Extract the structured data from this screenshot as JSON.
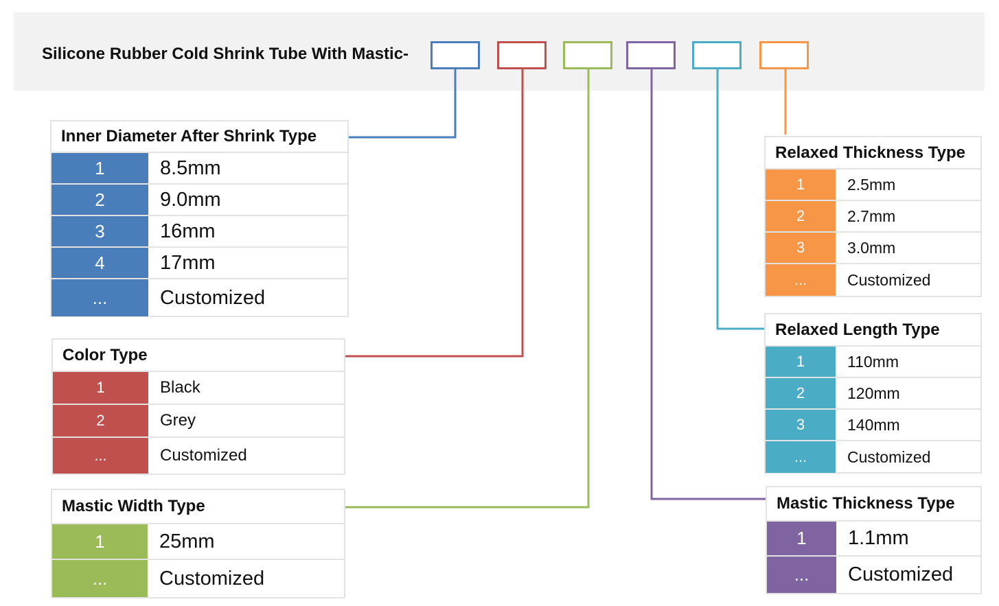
{
  "product_title": "Silicone Rubber Cold Shrink Tube With Mastic-",
  "code_slots": [
    {
      "color": "#4a7ebb"
    },
    {
      "color": "#c0504d"
    },
    {
      "color": "#9bbb59"
    },
    {
      "color": "#8064a2"
    },
    {
      "color": "#4bacc6"
    },
    {
      "color": "#f79646"
    }
  ],
  "panels": {
    "inner_diameter": {
      "title": "Inner Diameter After Shrink Type",
      "color": "#4a7ebb",
      "rows": [
        {
          "code": "1",
          "value": "8.5mm"
        },
        {
          "code": "2",
          "value": "9.0mm"
        },
        {
          "code": "3",
          "value": "16mm"
        },
        {
          "code": "4",
          "value": "17mm"
        },
        {
          "code": "...",
          "value": "Customized"
        }
      ]
    },
    "color_type": {
      "title": "Color Type",
      "color": "#c0504d",
      "rows": [
        {
          "code": "1",
          "value": "Black"
        },
        {
          "code": "2",
          "value": "Grey"
        },
        {
          "code": "...",
          "value": "Customized"
        }
      ]
    },
    "mastic_width": {
      "title": "Mastic Width Type",
      "color": "#9bbb59",
      "rows": [
        {
          "code": "1",
          "value": "25mm"
        },
        {
          "code": "...",
          "value": "Customized"
        }
      ]
    },
    "relaxed_thickness": {
      "title": "Relaxed Thickness Type",
      "color": "#f79646",
      "rows": [
        {
          "code": "1",
          "value": "2.5mm"
        },
        {
          "code": "2",
          "value": "2.7mm"
        },
        {
          "code": "3",
          "value": "3.0mm"
        },
        {
          "code": "...",
          "value": "Customized"
        }
      ]
    },
    "relaxed_length": {
      "title": "Relaxed Length Type",
      "color": "#4bacc6",
      "rows": [
        {
          "code": "1",
          "value": "110mm"
        },
        {
          "code": "2",
          "value": "120mm"
        },
        {
          "code": "3",
          "value": "140mm"
        },
        {
          "code": "...",
          "value": "Customized"
        }
      ]
    },
    "mastic_thickness": {
      "title": "Mastic Thickness Type",
      "color": "#8064a2",
      "rows": [
        {
          "code": "1",
          "value": "1.1mm"
        },
        {
          "code": "...",
          "value": "Customized"
        }
      ]
    }
  }
}
